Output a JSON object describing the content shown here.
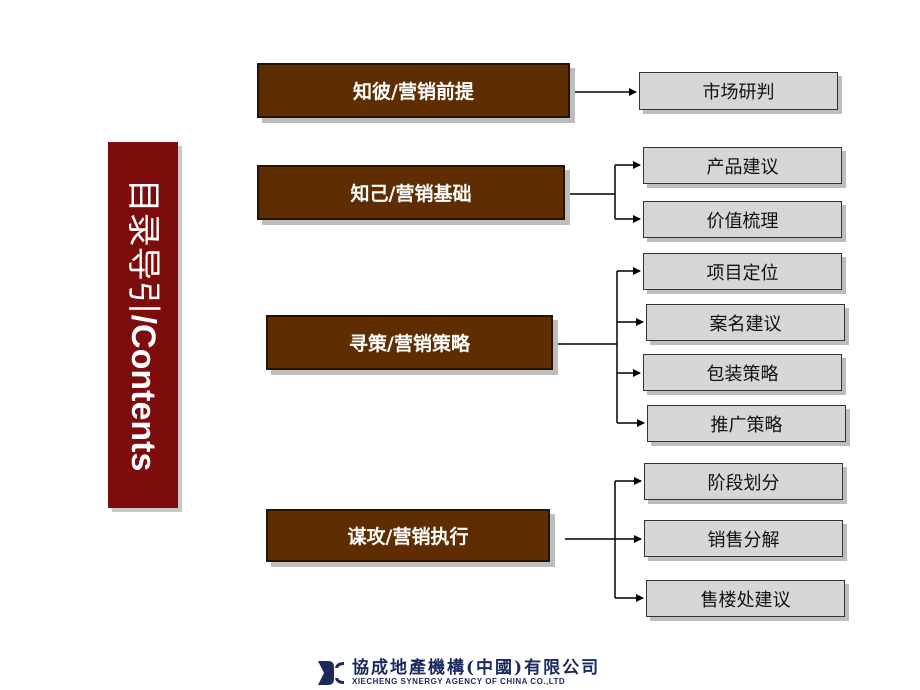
{
  "title": {
    "cn": "目录导引",
    "en": "/Contents"
  },
  "sections": [
    {
      "label": "知彼/营销前提",
      "items": [
        "市场研判"
      ]
    },
    {
      "label": "知己/营销基础",
      "items": [
        "产品建议",
        "价值梳理"
      ]
    },
    {
      "label": "寻策/营销策略",
      "items": [
        "项目定位",
        "案名建议",
        "包装策略",
        "推广策略"
      ]
    },
    {
      "label": "谋攻/营销执行",
      "items": [
        "阶段划分",
        "销售分解",
        "售楼处建议"
      ]
    }
  ],
  "footer": {
    "company_cn": "協成地產機構(中國)有限公司",
    "company_en": "XIECHENG SYNERGY AGENCY OF CHINA CO.,LTD",
    "logo_icon": "xiecheng-logo-icon"
  },
  "colors": {
    "title_bg": "#7d0c0c",
    "main_box": "#5e2e02",
    "sub_box": "#d6d6d6"
  }
}
